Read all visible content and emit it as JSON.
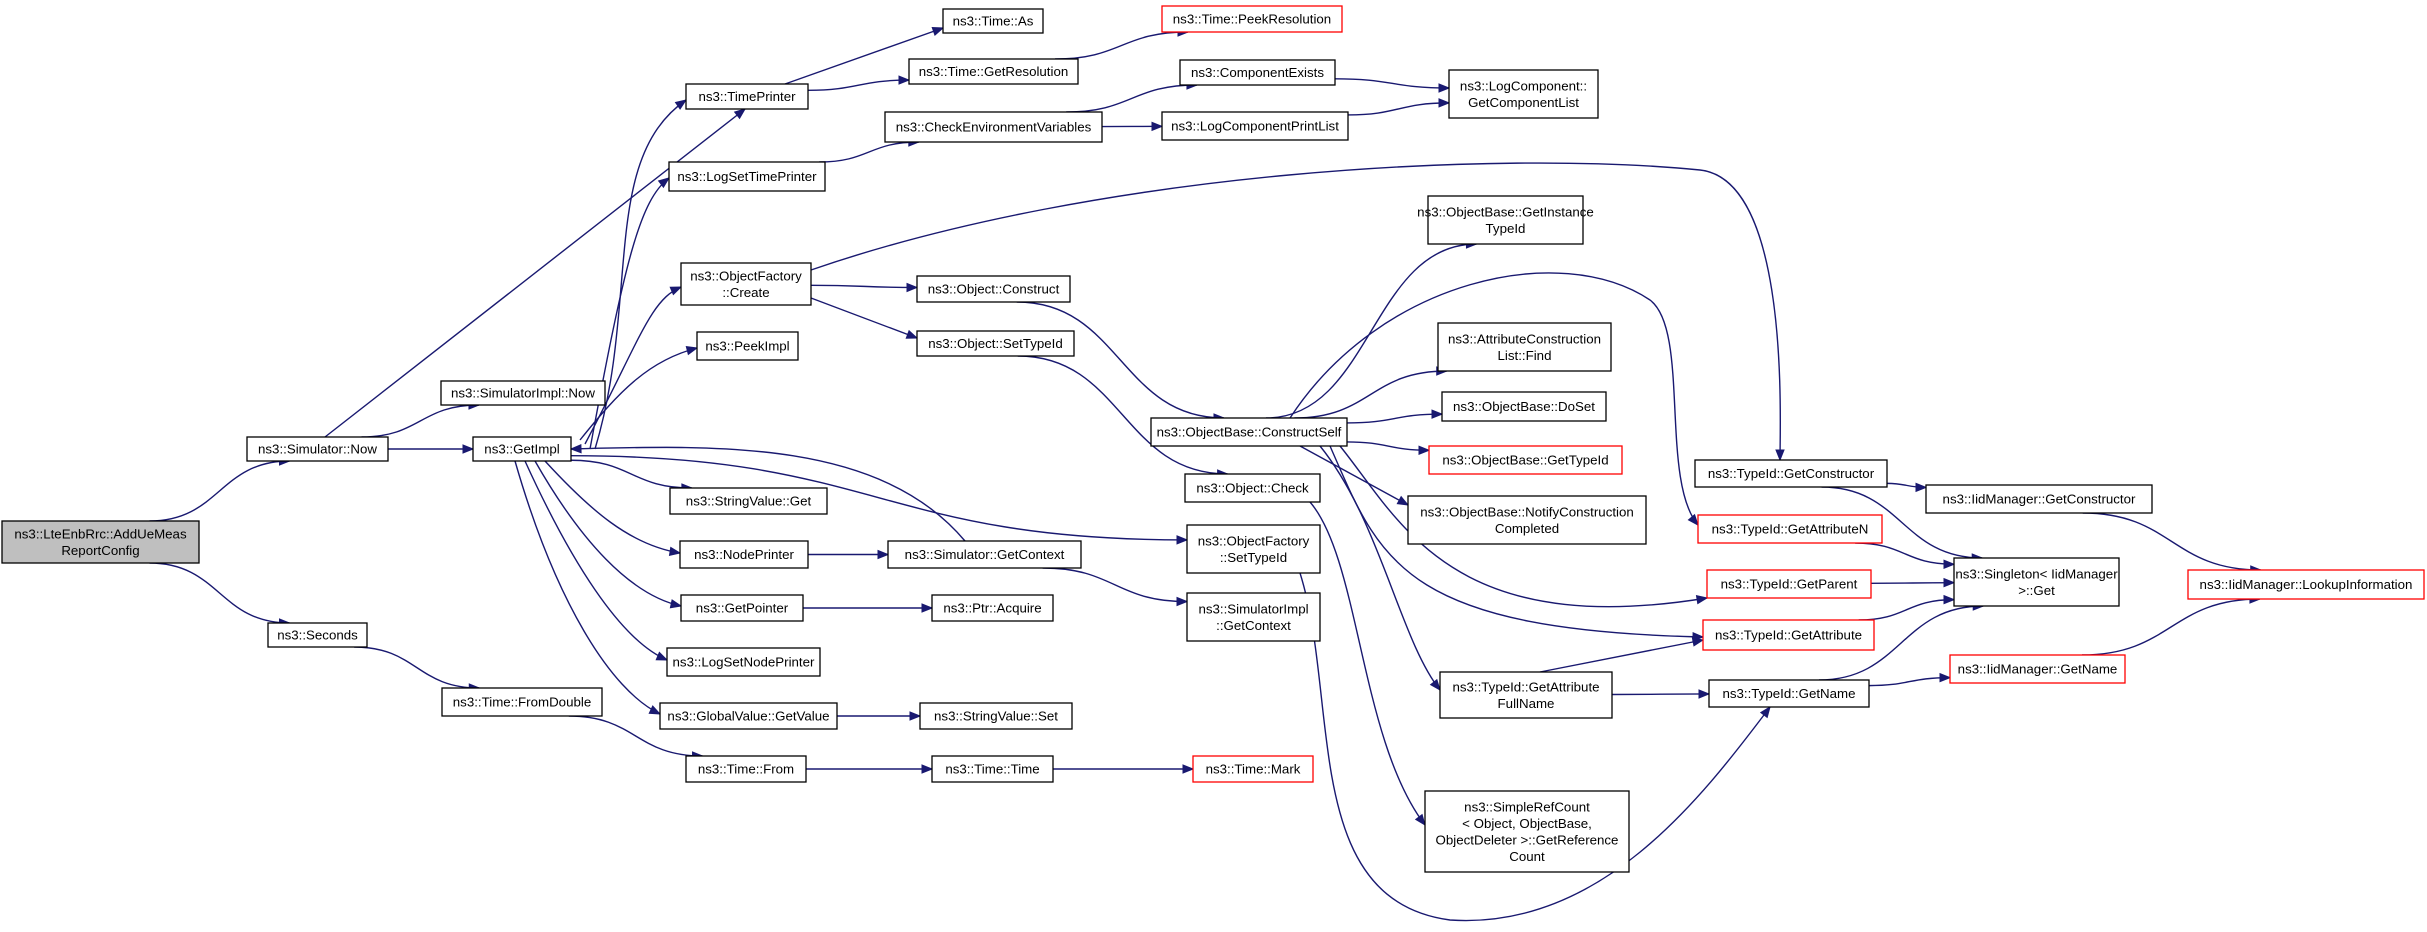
{
  "diagram": {
    "colors": {
      "edge": "#191970",
      "node_border": "#000000",
      "red_border": "#ff0000",
      "root_fill": "#bfbfbf"
    },
    "nodes": [
      {
        "id": "root",
        "lines": [
          "ns3::LteEnbRrc::AddUeMeas",
          "ReportConfig"
        ],
        "style": "root"
      },
      {
        "id": "simnow",
        "lines": [
          "ns3::Simulator::Now"
        ],
        "style": "normal"
      },
      {
        "id": "seconds",
        "lines": [
          "ns3::Seconds"
        ],
        "style": "normal"
      },
      {
        "id": "timeprinter",
        "lines": [
          "ns3::TimePrinter"
        ],
        "style": "normal"
      },
      {
        "id": "simimplnow",
        "lines": [
          "ns3::SimulatorImpl::Now"
        ],
        "style": "normal"
      },
      {
        "id": "getimpl",
        "lines": [
          "ns3::GetImpl"
        ],
        "style": "normal"
      },
      {
        "id": "timeas",
        "lines": [
          "ns3::Time::As"
        ],
        "style": "normal"
      },
      {
        "id": "getres",
        "lines": [
          "ns3::Time::GetResolution"
        ],
        "style": "normal"
      },
      {
        "id": "peekres",
        "lines": [
          "ns3::Time::PeekResolution"
        ],
        "style": "red"
      },
      {
        "id": "checkenv",
        "lines": [
          "ns3::CheckEnvironmentVariables"
        ],
        "style": "normal"
      },
      {
        "id": "compexists",
        "lines": [
          "ns3::ComponentExists"
        ],
        "style": "normal"
      },
      {
        "id": "logcompprint",
        "lines": [
          "ns3::LogComponentPrintList"
        ],
        "style": "normal"
      },
      {
        "id": "getcomplist",
        "lines": [
          "ns3::LogComponent::",
          "GetComponentList"
        ],
        "style": "normal"
      },
      {
        "id": "logsettp",
        "lines": [
          "ns3::LogSetTimePrinter"
        ],
        "style": "normal"
      },
      {
        "id": "ofcreate",
        "lines": [
          "ns3::ObjectFactory",
          "::Create"
        ],
        "style": "normal"
      },
      {
        "id": "objconstruct",
        "lines": [
          "ns3::Object::Construct"
        ],
        "style": "normal"
      },
      {
        "id": "objsettypeid",
        "lines": [
          "ns3::Object::SetTypeId"
        ],
        "style": "normal"
      },
      {
        "id": "peekimpl",
        "lines": [
          "ns3::PeekImpl"
        ],
        "style": "normal"
      },
      {
        "id": "obgetinst",
        "lines": [
          "ns3::ObjectBase::GetInstance",
          "TypeId"
        ],
        "style": "normal"
      },
      {
        "id": "acfind",
        "lines": [
          "ns3::AttributeConstruction",
          "List::Find"
        ],
        "style": "normal"
      },
      {
        "id": "obconstructself",
        "lines": [
          "ns3::ObjectBase::ConstructSelf"
        ],
        "style": "normal"
      },
      {
        "id": "obdoset",
        "lines": [
          "ns3::ObjectBase::DoSet"
        ],
        "style": "normal"
      },
      {
        "id": "obgettypeid",
        "lines": [
          "ns3::ObjectBase::GetTypeId"
        ],
        "style": "red"
      },
      {
        "id": "obnotify",
        "lines": [
          "ns3::ObjectBase::NotifyConstruction",
          "Completed"
        ],
        "style": "normal"
      },
      {
        "id": "objcheck",
        "lines": [
          "ns3::Object::Check"
        ],
        "style": "normal"
      },
      {
        "id": "strget",
        "lines": [
          "ns3::StringValue::Get"
        ],
        "style": "normal"
      },
      {
        "id": "nodeprinter",
        "lines": [
          "ns3::NodePrinter"
        ],
        "style": "normal"
      },
      {
        "id": "simgetctx",
        "lines": [
          "ns3::Simulator::GetContext"
        ],
        "style": "normal"
      },
      {
        "id": "ofsettypeid",
        "lines": [
          "ns3::ObjectFactory",
          "::SetTypeId"
        ],
        "style": "normal"
      },
      {
        "id": "simimplgetctx",
        "lines": [
          "ns3::SimulatorImpl",
          "::GetContext"
        ],
        "style": "normal"
      },
      {
        "id": "getpointer",
        "lines": [
          "ns3::GetPointer"
        ],
        "style": "normal"
      },
      {
        "id": "ptracquire",
        "lines": [
          "ns3::Ptr::Acquire"
        ],
        "style": "normal"
      },
      {
        "id": "logsetnp",
        "lines": [
          "ns3::LogSetNodePrinter"
        ],
        "style": "normal"
      },
      {
        "id": "fromdouble",
        "lines": [
          "ns3::Time::FromDouble"
        ],
        "style": "normal"
      },
      {
        "id": "gvgetvalue",
        "lines": [
          "ns3::GlobalValue::GetValue"
        ],
        "style": "normal"
      },
      {
        "id": "strset",
        "lines": [
          "ns3::StringValue::Set"
        ],
        "style": "normal"
      },
      {
        "id": "timefrom",
        "lines": [
          "ns3::Time::From"
        ],
        "style": "normal"
      },
      {
        "id": "timetime",
        "lines": [
          "ns3::Time::Time"
        ],
        "style": "normal"
      },
      {
        "id": "timemark",
        "lines": [
          "ns3::Time::Mark"
        ],
        "style": "red"
      },
      {
        "id": "tgetattrfull",
        "lines": [
          "ns3::TypeId::GetAttribute",
          "FullName"
        ],
        "style": "normal"
      },
      {
        "id": "simplerefcount",
        "lines": [
          "ns3::SimpleRefCount",
          "< Object, ObjectBase,",
          "ObjectDeleter >::GetReference",
          "Count"
        ],
        "style": "normal"
      },
      {
        "id": "tgetconstructor",
        "lines": [
          "ns3::TypeId::GetConstructor"
        ],
        "style": "normal"
      },
      {
        "id": "tgetattrn",
        "lines": [
          "ns3::TypeId::GetAttributeN"
        ],
        "style": "red"
      },
      {
        "id": "tgetparent",
        "lines": [
          "ns3::TypeId::GetParent"
        ],
        "style": "red"
      },
      {
        "id": "tgetattr",
        "lines": [
          "ns3::TypeId::GetAttribute"
        ],
        "style": "red"
      },
      {
        "id": "tgetname",
        "lines": [
          "ns3::TypeId::GetName"
        ],
        "style": "normal"
      },
      {
        "id": "iidgetconstructor",
        "lines": [
          "ns3::IidManager::GetConstructor"
        ],
        "style": "normal"
      },
      {
        "id": "singleton",
        "lines": [
          "ns3::Singleton< IidManager",
          ">::Get"
        ],
        "style": "normal"
      },
      {
        "id": "iidgetname",
        "lines": [
          "ns3::IidManager::GetName"
        ],
        "style": "red"
      },
      {
        "id": "iidlookup",
        "lines": [
          "ns3::IidManager::LookupInformation"
        ],
        "style": "red"
      }
    ],
    "edges": [
      [
        "root",
        "simnow"
      ],
      [
        "root",
        "seconds"
      ],
      [
        "simnow",
        "simimplnow"
      ],
      [
        "simnow",
        "getimpl"
      ],
      [
        "simnow",
        "timeprinter"
      ],
      [
        "timeprinter",
        "timeas"
      ],
      [
        "timeprinter",
        "getres"
      ],
      [
        "getres",
        "peekres"
      ],
      [
        "getimpl",
        "timeprinter"
      ],
      [
        "getimpl",
        "logsettp"
      ],
      [
        "getimpl",
        "ofcreate"
      ],
      [
        "getimpl",
        "peekimpl"
      ],
      [
        "getimpl",
        "strget"
      ],
      [
        "getimpl",
        "nodeprinter"
      ],
      [
        "getimpl",
        "getpointer"
      ],
      [
        "getimpl",
        "logsetnp"
      ],
      [
        "getimpl",
        "gvgetvalue"
      ],
      [
        "getimpl",
        "ofsettypeid"
      ],
      [
        "logsettp",
        "checkenv"
      ],
      [
        "checkenv",
        "compexists"
      ],
      [
        "checkenv",
        "logcompprint"
      ],
      [
        "compexists",
        "getcomplist"
      ],
      [
        "logcompprint",
        "getcomplist"
      ],
      [
        "ofcreate",
        "objconstruct"
      ],
      [
        "ofcreate",
        "objsettypeid"
      ],
      [
        "ofcreate",
        "tgetconstructor"
      ],
      [
        "objconstruct",
        "obconstructself"
      ],
      [
        "objsettypeid",
        "objcheck"
      ],
      [
        "obconstructself",
        "obgetinst"
      ],
      [
        "obconstructself",
        "acfind"
      ],
      [
        "obconstructself",
        "obdoset"
      ],
      [
        "obconstructself",
        "obgettypeid"
      ],
      [
        "obconstructself",
        "obnotify"
      ],
      [
        "obconstructself",
        "tgetattrfull"
      ],
      [
        "obconstructself",
        "tgetattrn"
      ],
      [
        "obconstructself",
        "tgetparent"
      ],
      [
        "obconstructself",
        "tgetattr"
      ],
      [
        "objcheck",
        "simplerefcount"
      ],
      [
        "nodeprinter",
        "simgetctx"
      ],
      [
        "simgetctx",
        "getimpl"
      ],
      [
        "simgetctx",
        "simimplgetctx"
      ],
      [
        "getpointer",
        "ptracquire"
      ],
      [
        "seconds",
        "fromdouble"
      ],
      [
        "fromdouble",
        "timefrom"
      ],
      [
        "timefrom",
        "timetime"
      ],
      [
        "timetime",
        "timemark"
      ],
      [
        "gvgetvalue",
        "strset"
      ],
      [
        "ofsettypeid",
        "tgetname"
      ],
      [
        "tgetattrfull",
        "tgetattr"
      ],
      [
        "tgetattrfull",
        "tgetname"
      ],
      [
        "tgetconstructor",
        "iidgetconstructor"
      ],
      [
        "tgetconstructor",
        "singleton"
      ],
      [
        "tgetattrn",
        "singleton"
      ],
      [
        "tgetparent",
        "singleton"
      ],
      [
        "tgetattr",
        "singleton"
      ],
      [
        "tgetname",
        "singleton"
      ],
      [
        "tgetname",
        "iidgetname"
      ],
      [
        "iidgetconstructor",
        "iidlookup"
      ],
      [
        "iidgetname",
        "iidlookup"
      ]
    ]
  }
}
